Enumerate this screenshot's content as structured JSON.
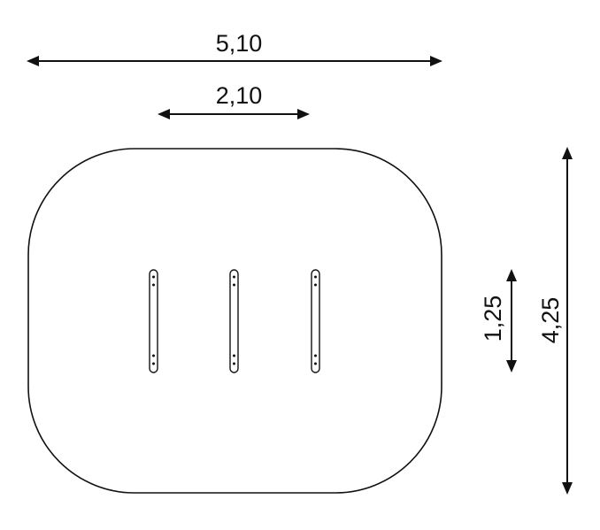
{
  "colors": {
    "stroke": "#111111",
    "background": "#ffffff"
  },
  "dimensions": {
    "total_width": "5,10",
    "inner_width": "2,10",
    "bar_length": "1,25",
    "total_height": "4,25"
  },
  "bars": [
    "bar-1",
    "bar-2",
    "bar-3"
  ]
}
